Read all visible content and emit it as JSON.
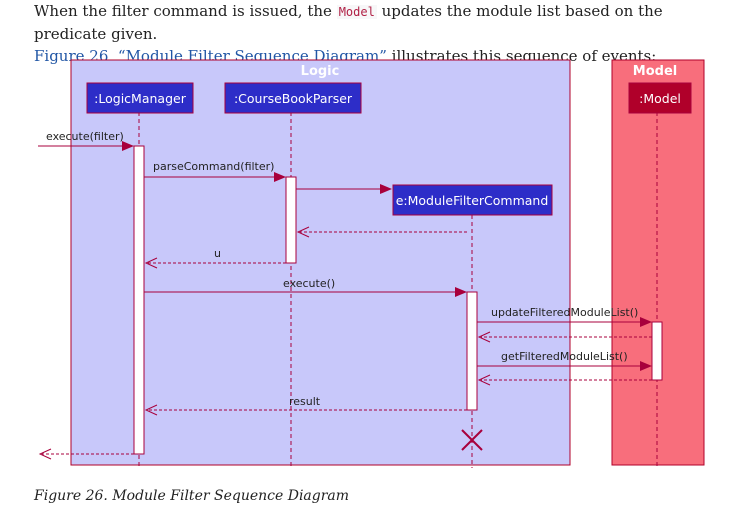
{
  "intro": {
    "part1": "When the filter command is issued, the ",
    "code": "Model",
    "part2": " updates the module list based on the predicate given.",
    "link": "Figure 26, “Module Filter Sequence Diagram”",
    "part3": " illustrates this sequence of events:"
  },
  "diagram": {
    "groups": {
      "logic": "Logic",
      "model": "Model"
    },
    "participants": {
      "logic_manager": ":LogicManager",
      "parser": ":CourseBookParser",
      "filter_command": "e:ModuleFilterCommand",
      "model": ":Model"
    },
    "messages": {
      "execute_filter": "execute(filter)",
      "parse_command": "parseCommand(filter)",
      "u": "u",
      "execute": "execute()",
      "update_filtered": "updateFilteredModuleList()",
      "get_filtered": "getFilteredModuleList()",
      "result": "result"
    },
    "colors": {
      "logic_bg": "#c8c8fa",
      "model_bg": "#f86e7c",
      "participant_blue": "#2d2dc8",
      "participant_red": "#b0002a",
      "arrow": "#a8003c"
    }
  },
  "caption": "Figure 26. Module Filter Sequence Diagram"
}
